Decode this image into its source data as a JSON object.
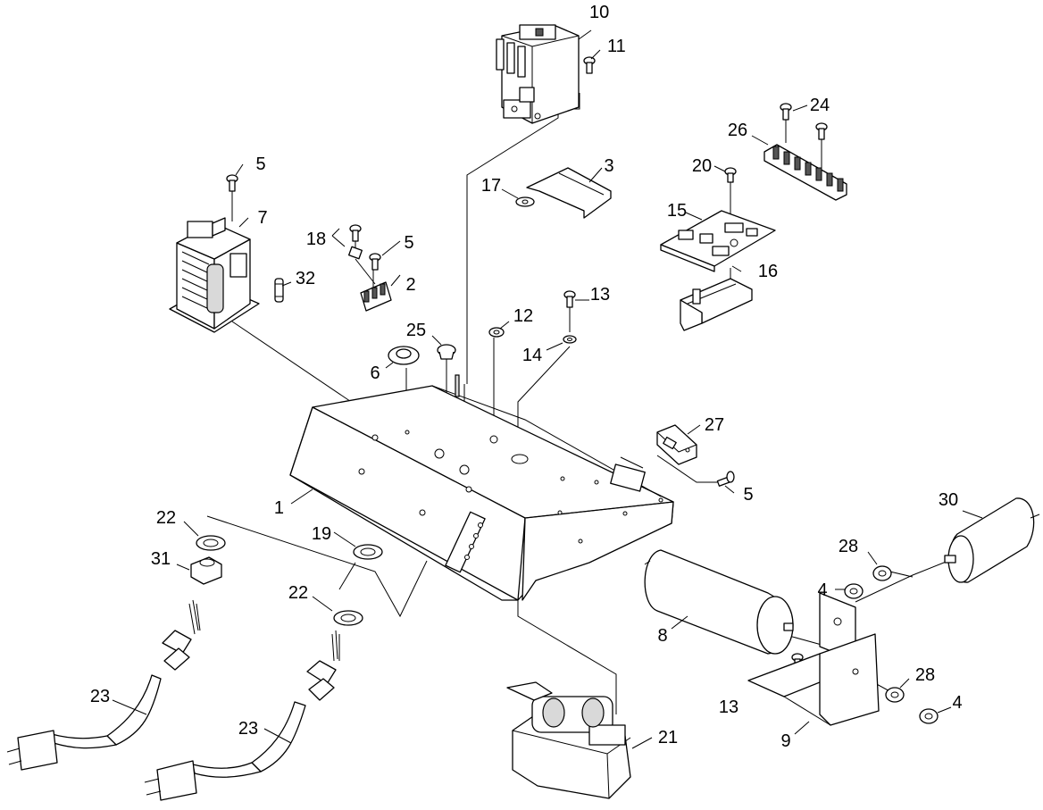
{
  "diagram": {
    "callouts": [
      {
        "id": "c1",
        "label": "1"
      },
      {
        "id": "c2",
        "label": "2"
      },
      {
        "id": "c3",
        "label": "3"
      },
      {
        "id": "c4a",
        "label": "4"
      },
      {
        "id": "c4b",
        "label": "4"
      },
      {
        "id": "c5a",
        "label": "5"
      },
      {
        "id": "c5b",
        "label": "5"
      },
      {
        "id": "c5c",
        "label": "5"
      },
      {
        "id": "c6",
        "label": "6"
      },
      {
        "id": "c7",
        "label": "7"
      },
      {
        "id": "c8",
        "label": "8"
      },
      {
        "id": "c9",
        "label": "9"
      },
      {
        "id": "c10",
        "label": "10"
      },
      {
        "id": "c11",
        "label": "11"
      },
      {
        "id": "c12",
        "label": "12"
      },
      {
        "id": "c13a",
        "label": "13"
      },
      {
        "id": "c13b",
        "label": "13"
      },
      {
        "id": "c14",
        "label": "14"
      },
      {
        "id": "c15",
        "label": "15"
      },
      {
        "id": "c16",
        "label": "16"
      },
      {
        "id": "c17",
        "label": "17"
      },
      {
        "id": "c18",
        "label": "18"
      },
      {
        "id": "c19",
        "label": "19"
      },
      {
        "id": "c20",
        "label": "20"
      },
      {
        "id": "c21",
        "label": "21"
      },
      {
        "id": "c22a",
        "label": "22"
      },
      {
        "id": "c22b",
        "label": "22"
      },
      {
        "id": "c23a",
        "label": "23"
      },
      {
        "id": "c23b",
        "label": "23"
      },
      {
        "id": "c24",
        "label": "24"
      },
      {
        "id": "c25",
        "label": "25"
      },
      {
        "id": "c26",
        "label": "26"
      },
      {
        "id": "c27",
        "label": "27"
      },
      {
        "id": "c28a",
        "label": "28"
      },
      {
        "id": "c28b",
        "label": "28"
      },
      {
        "id": "c30",
        "label": "30"
      },
      {
        "id": "c31",
        "label": "31"
      },
      {
        "id": "c32",
        "label": "32"
      }
    ]
  }
}
